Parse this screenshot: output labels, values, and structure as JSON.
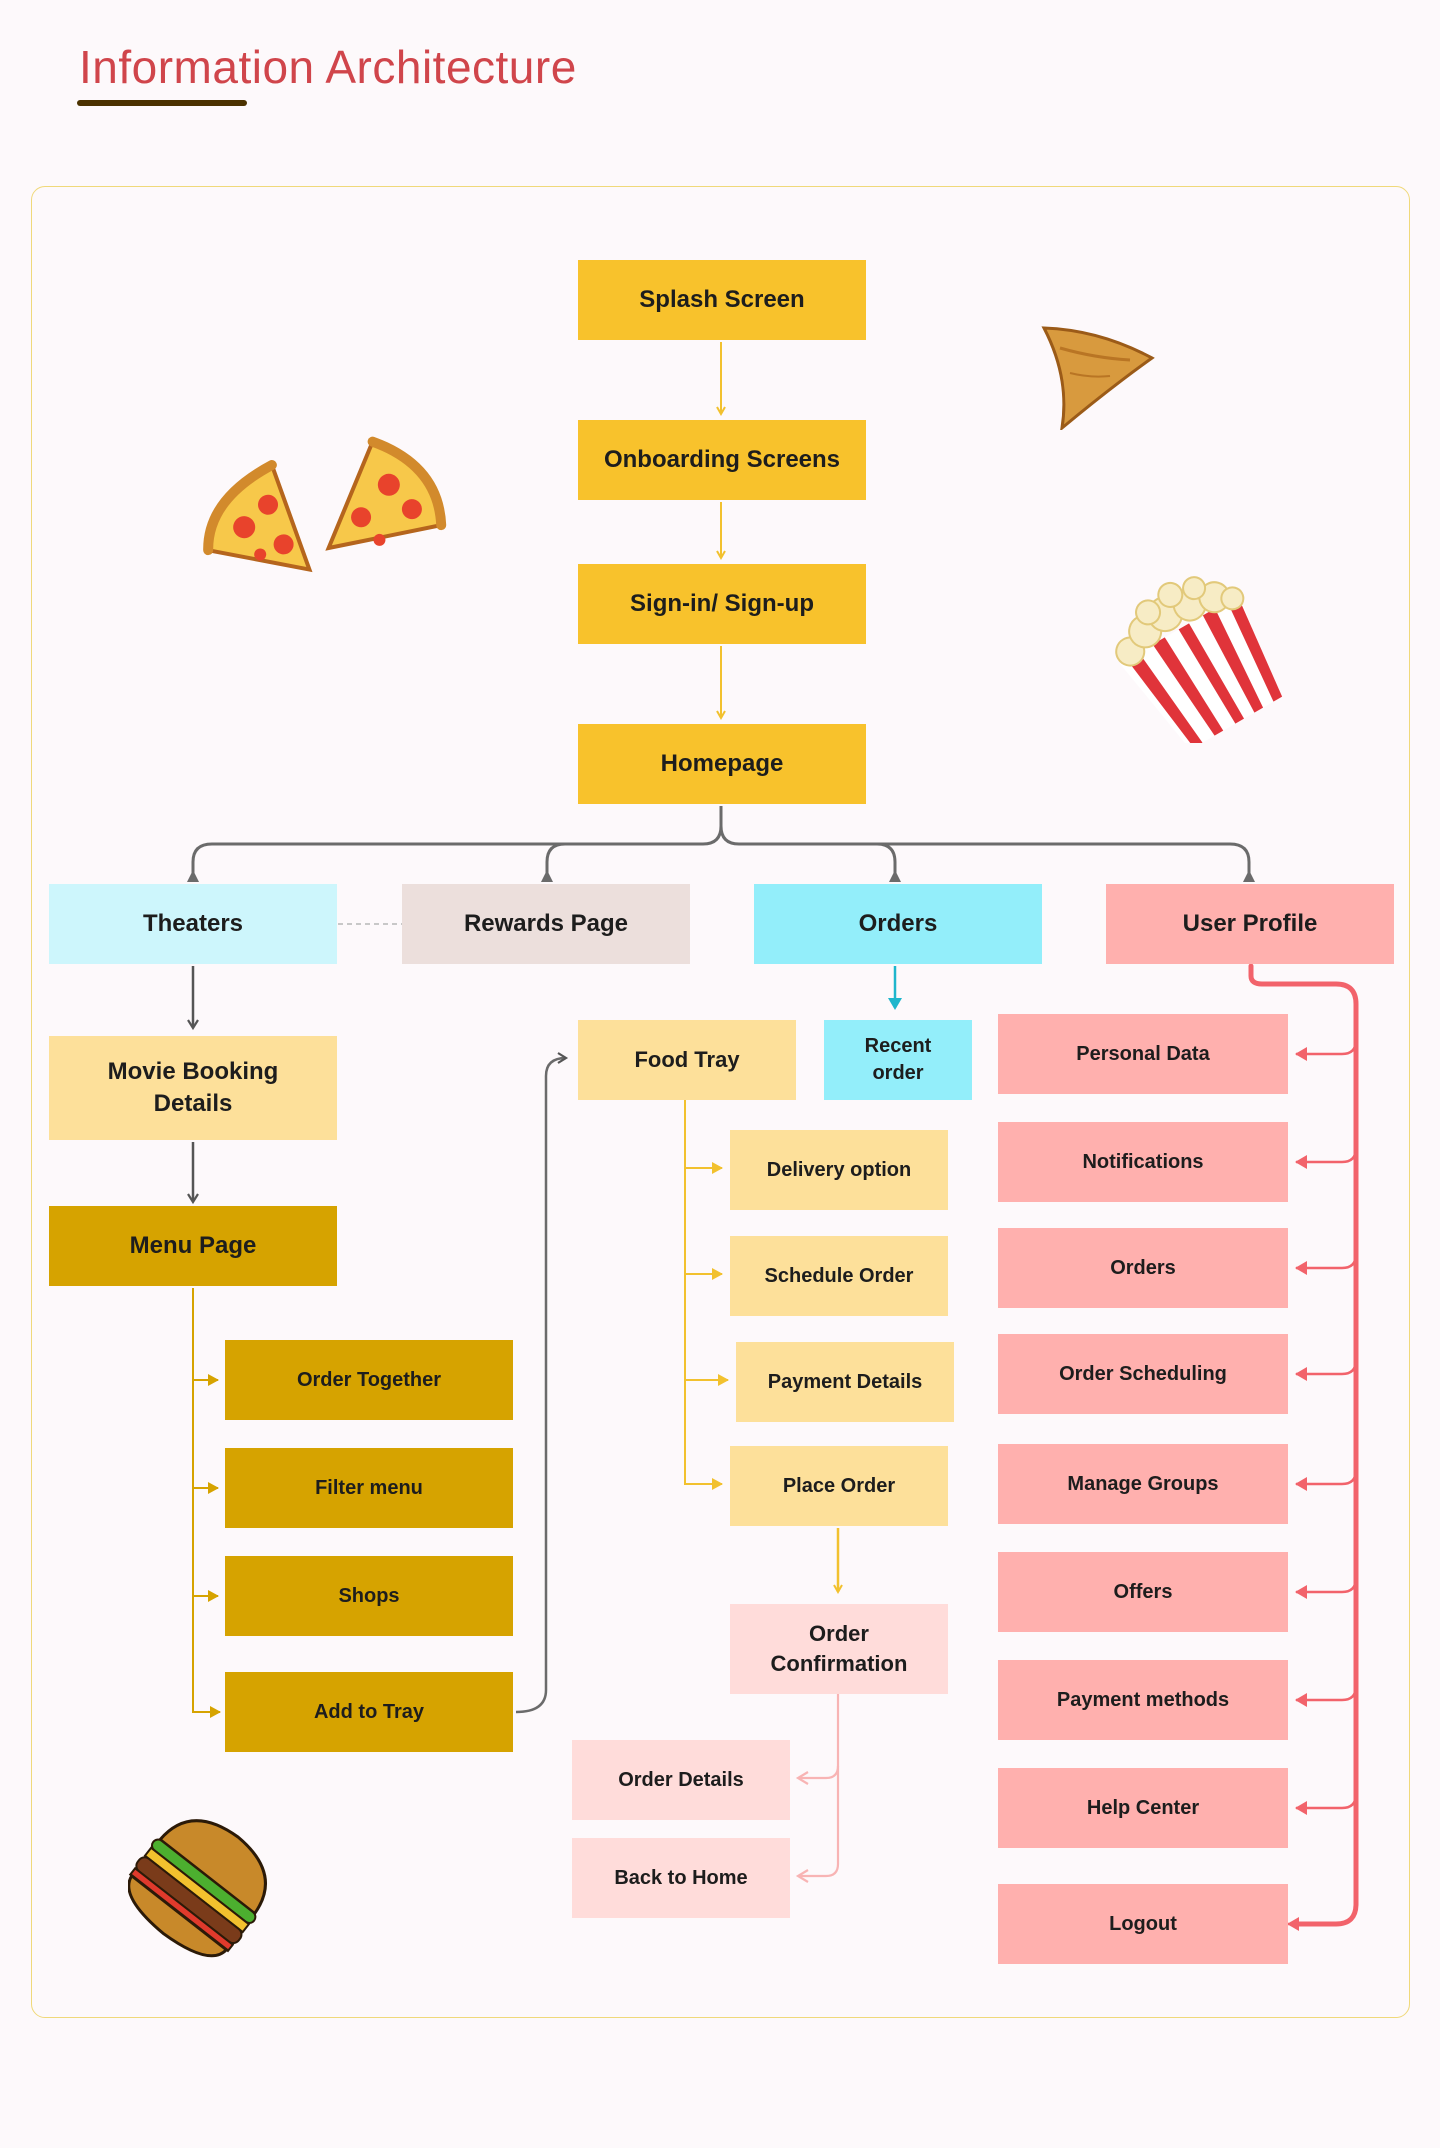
{
  "title": "Information Architecture",
  "nodes": {
    "splash": "Splash Screen",
    "onboarding": "Onboarding Screens",
    "signin": "Sign-in/ Sign-up",
    "homepage": "Homepage",
    "theaters": "Theaters",
    "rewards": "Rewards Page",
    "orders": "Orders",
    "user_profile": "User Profile",
    "movie_booking": "Movie Booking Details",
    "menu_page": "Menu Page",
    "order_together": "Order Together",
    "filter_menu": "Filter menu",
    "shops": "Shops",
    "add_to_tray": "Add to Tray",
    "food_tray": "Food Tray",
    "recent_order": "Recent order",
    "delivery_option": "Delivery option",
    "schedule_order": "Schedule Order",
    "payment_details": "Payment Details",
    "place_order": "Place Order",
    "order_confirmation": "Order Confirmation",
    "order_details": "Order Details",
    "back_to_home": "Back to Home",
    "personal_data": "Personal Data",
    "notifications": "Notifications",
    "profile_orders": "Orders",
    "order_scheduling": "Order Scheduling",
    "manage_groups": "Manage Groups",
    "offers": "Offers",
    "payment_methods": "Payment methods",
    "help_center": "Help Center",
    "logout": "Logout"
  },
  "colors": {
    "title": "#d0454b",
    "primary_yellow": "#f8c22c",
    "theaters": "#cdf6fc",
    "rewards": "#ecdfdc",
    "orders": "#93eefa",
    "user_profile": "#ffb0ae",
    "light_yellow": "#fde09a",
    "dark_yellow": "#d6a300",
    "light_pink": "#ffdcda",
    "pink_line": "#f2636b",
    "cyan_line": "#1fb6cc",
    "gray_line": "#6b6b6b"
  },
  "decorations": [
    "pizza-icon",
    "samosa-icon",
    "popcorn-icon",
    "burger-icon"
  ]
}
